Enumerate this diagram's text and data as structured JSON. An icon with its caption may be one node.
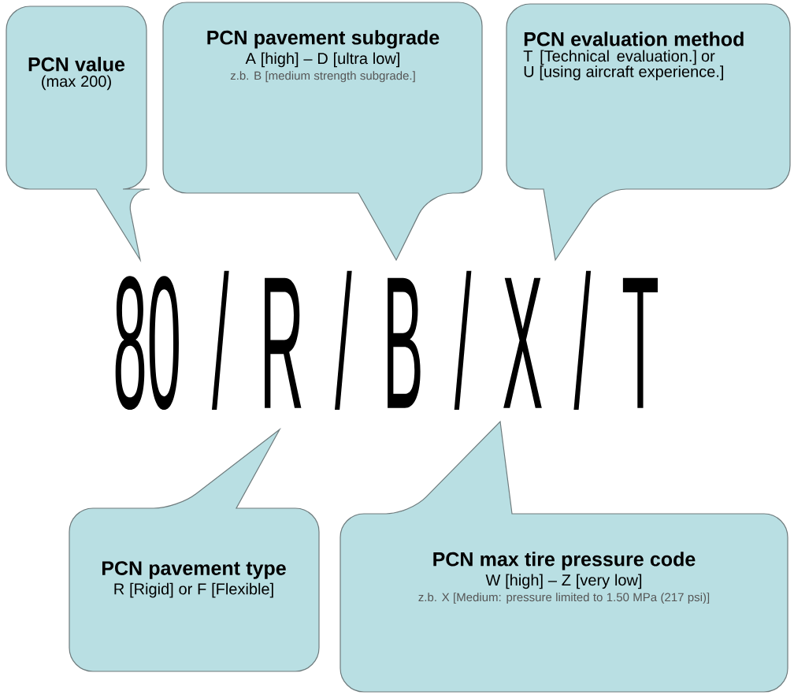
{
  "diagram": {
    "nodes": [
      {
        "text": [
          "PCN value",
          "(max 200)"
        ]
      },
      {
        "text": [
          "PCN pavement subgrade",
          "A [high] – D [ultra low]",
          "z.b. B [medium strength subgrade.]"
        ]
      },
      {
        "text": [
          "PCN evaluation method",
          "T [Technical evaluation.] or U [using aircraft experience.]"
        ]
      },
      {
        "text": [
          "PCN pavement type",
          "R [Rigid] or F [Flexible]"
        ]
      },
      {
        "text": [
          "PCN max tire pressure code",
          "W [high] – Z [very low]",
          "z.b. X [Medium: pressure limited to 1.50 MPa (217 psi)]"
        ]
      }
    ],
    "labels": [
      "80 / R / B / X / T"
    ]
  }
}
